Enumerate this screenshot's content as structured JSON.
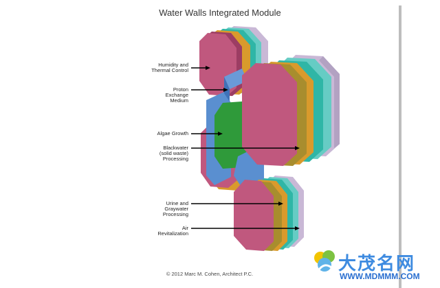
{
  "title": "Water Walls Integrated Module",
  "labels": [
    {
      "id": "humidity",
      "text": "Humidity and\nThermal Control"
    },
    {
      "id": "proton",
      "text": "Proton\nExchange\nMedium"
    },
    {
      "id": "algae",
      "text": "Algae Growth"
    },
    {
      "id": "blackwater",
      "text": "Blackwater\n(solid waste)\nProcessing"
    },
    {
      "id": "urine",
      "text": "Urine and\nGraywater\nProcessing"
    },
    {
      "id": "air",
      "text": "Air\nRevitalization"
    }
  ],
  "copyright": "© 2012 Marc M. Cohen, Architect P.C.",
  "watermark": {
    "text": "大茂名网",
    "url": "WWW.MDMMM.COM"
  },
  "colors": {
    "pink": "#c0587e",
    "pink_dark": "#9c3d63",
    "orange": "#d99a2c",
    "olive": "#a88d2e",
    "teal": "#2fb6a6",
    "aqua": "#66ccc4",
    "lilac": "#c9b8d6",
    "blue": "#5a8fd0",
    "green": "#2f9a3a",
    "arrow": "#000000",
    "watermark_blue": "#3e8be0"
  }
}
